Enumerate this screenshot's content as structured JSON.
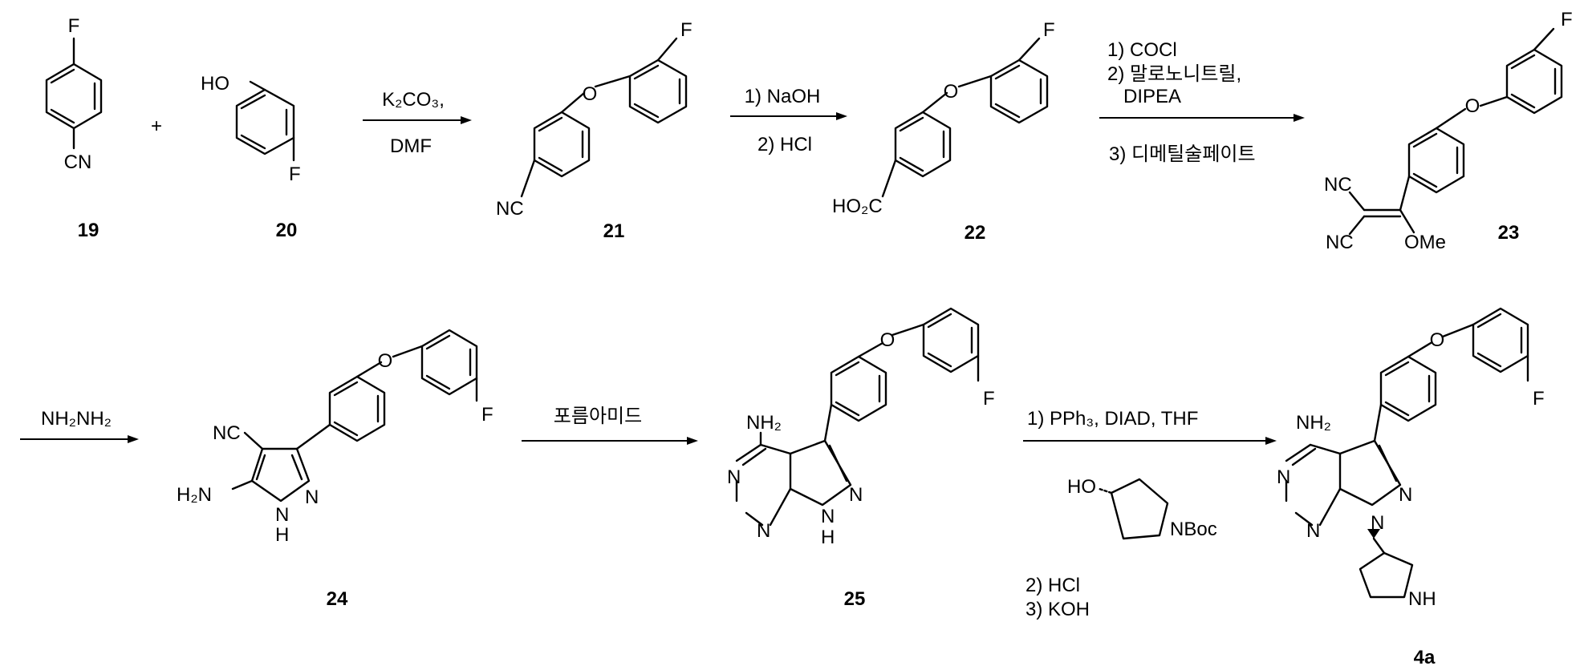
{
  "compounds": {
    "c19": {
      "label": "19",
      "atoms": {
        "f": "F",
        "cn": "CN"
      }
    },
    "c20": {
      "label": "20",
      "atoms": {
        "ho": "HO",
        "f": "F"
      }
    },
    "c21": {
      "label": "21",
      "atoms": {
        "f": "F",
        "o": "O",
        "nc": "NC"
      }
    },
    "c22": {
      "label": "22",
      "atoms": {
        "f": "F",
        "o": "O",
        "acid": "HO₂C"
      }
    },
    "c23": {
      "label": "23",
      "atoms": {
        "f": "F",
        "o": "O",
        "nc1": "NC",
        "nc2": "NC",
        "ome": "OMe"
      }
    },
    "c24": {
      "label": "24",
      "atoms": {
        "f": "F",
        "o": "O",
        "nc": "NC",
        "h2n": "H₂N",
        "n1": "N",
        "n2": "N",
        "nh": "H"
      }
    },
    "c25": {
      "label": "25",
      "atoms": {
        "f": "F",
        "o": "O",
        "nh2": "NH₂",
        "n1": "N",
        "n2": "N",
        "n3": "N",
        "n4": "N",
        "nh": "H"
      }
    },
    "c4a": {
      "label": "4a",
      "atoms": {
        "f": "F",
        "o": "O",
        "nh2": "NH₂",
        "n1": "N",
        "n2": "N",
        "n3": "N",
        "n4": "N",
        "nh": "NH"
      }
    },
    "reagent": {
      "ho": "HO",
      "nboc": "NBoc"
    }
  },
  "plus": "+",
  "steps": {
    "s1": {
      "line1": "K₂CO₃,",
      "line2": "DMF"
    },
    "s2": {
      "line1": "1) NaOH",
      "line2": "2) HCl"
    },
    "s3": {
      "line1": "1) COCl",
      "line2": "2) 말로노니트릴,",
      "line3": "DIPEA",
      "line4": "3) 디메틸술페이트"
    },
    "s4": {
      "line1": "NH₂NH₂"
    },
    "s5": {
      "line1": "포름아미드"
    },
    "s6": {
      "line1": "1) PPh₃, DIAD, THF",
      "line2": "2) HCl",
      "line3": "3) KOH"
    }
  }
}
